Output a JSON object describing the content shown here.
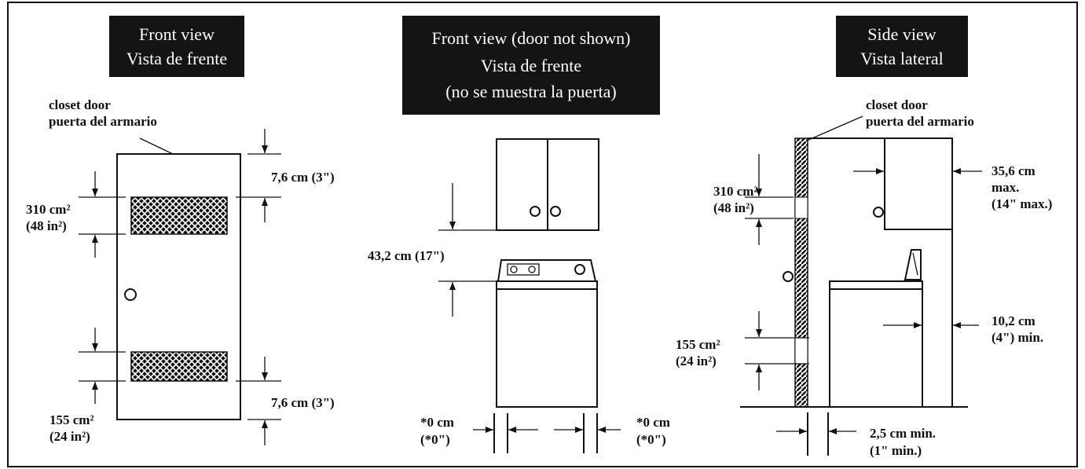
{
  "titles": {
    "front": [
      "Front view",
      "Vista de frente"
    ],
    "front_no_door": [
      "Front view (door not shown)",
      "Vista de frente",
      "(no se muestra la puerta)"
    ],
    "side": [
      "Side view",
      "Vista lateral"
    ]
  },
  "front_view": {
    "closet_door": [
      "closet door",
      "puerta del armario"
    ],
    "top_gap": "7,6 cm (3\")",
    "top_vent_area": [
      "310 cm²",
      "(48 in²)"
    ],
    "bottom_vent_area": [
      "155 cm²",
      "(24 in²)"
    ],
    "bottom_gap": "7,6 cm (3\")"
  },
  "front_no_door_view": {
    "height_clearance": "43,2 cm (17\")",
    "left_clearance": [
      "*0 cm",
      "(*0\")"
    ],
    "right_clearance": [
      "*0 cm",
      "(*0\")"
    ]
  },
  "side_view": {
    "closet_door": [
      "closet door",
      "puerta del armario"
    ],
    "top_vent_area": [
      "310 cm²",
      "(48 in²)"
    ],
    "cabinet_depth": [
      "35,6 cm",
      "max.",
      "(14\" max.)"
    ],
    "rear_clearance": [
      "10,2 cm",
      "(4\") min."
    ],
    "bottom_vent_area": [
      "155 cm²",
      "(24 in²)"
    ],
    "door_clearance": [
      "2,5 cm min.",
      "(1\" min.)"
    ]
  },
  "colors": {
    "ink": "#111111",
    "title_bg": "#141414",
    "title_text": "#ffffff"
  }
}
